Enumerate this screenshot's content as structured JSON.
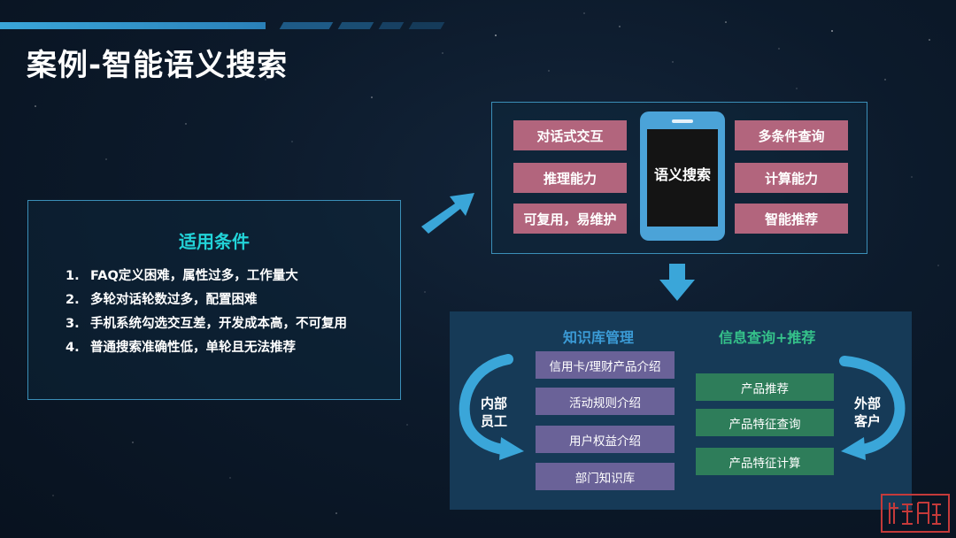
{
  "slide": {
    "title": "案例-智能语义搜索",
    "colors": {
      "accent": "#3aa6d9",
      "condition_title": "#22d3d8",
      "feature_pill": "#b2657d",
      "kb_item": "#6a6298",
      "info_item": "#2e7d5a",
      "kb_title": "#3b9bd6",
      "info_title": "#35c28a",
      "panel_bg": "#163a57"
    }
  },
  "conditions": {
    "title": "适用条件",
    "items": [
      {
        "num": "1.",
        "text": "FAQ定义困难，属性过多，工作量大"
      },
      {
        "num": "2.",
        "text": "多轮对话轮数过多，配置困难"
      },
      {
        "num": "3.",
        "text": "手机系统勾选交互差，开发成本高，不可复用"
      },
      {
        "num": "4.",
        "text": "普通搜索准确性低，单轮且无法推荐"
      }
    ]
  },
  "features": {
    "left": [
      "对话式交互",
      "推理能力",
      "可复用，易维护"
    ],
    "center": "语义搜索",
    "right": [
      "多条件查询",
      "计算能力",
      "智能推荐"
    ],
    "center_icon": "smartphone-icon"
  },
  "knowledge": {
    "title": "知识库管理",
    "items": [
      "信用卡/理财产品介绍",
      "活动规则介绍",
      "用户权益介绍",
      "部门知识库"
    ],
    "left_label_1": "内部",
    "left_label_2": "员工"
  },
  "info": {
    "title": "信息查询+推荐",
    "items": [
      "产品推荐",
      "产品特征查询",
      "产品特征计算"
    ],
    "right_label_1": "外部",
    "right_label_2": "客户"
  }
}
